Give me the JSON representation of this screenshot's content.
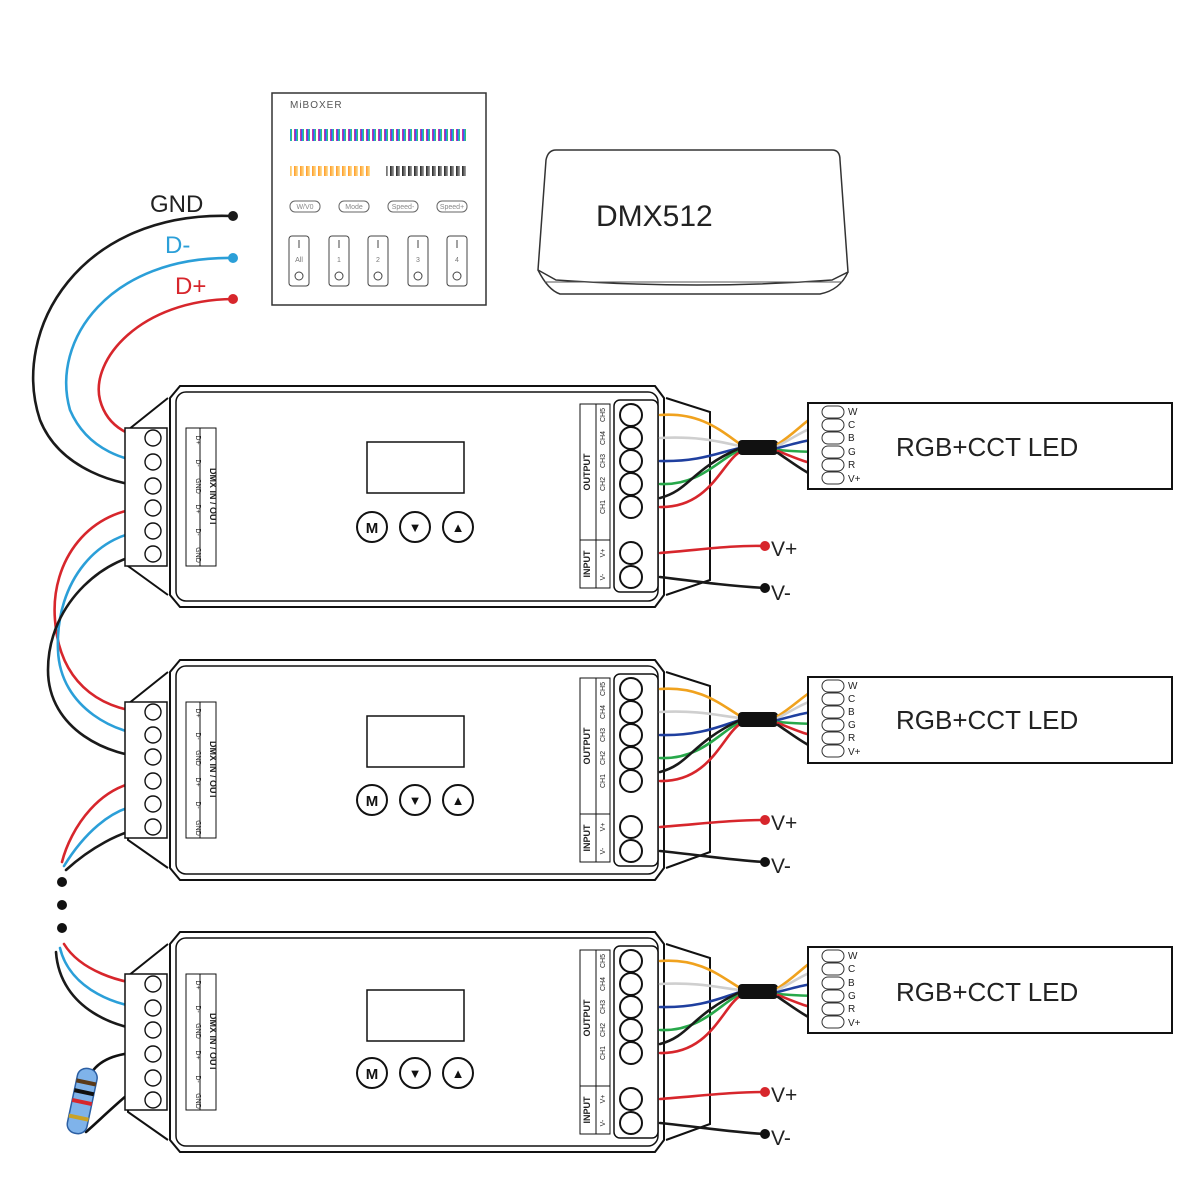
{
  "bus_labels": {
    "gnd": "GND",
    "dminus": "D-",
    "dplus": "D+"
  },
  "panel": {
    "brand": "MiBOXER",
    "buttons": [
      "W/V0",
      "Mode",
      "Speed-",
      "Speed+"
    ],
    "zones": [
      "All",
      "1",
      "2",
      "3",
      "4"
    ]
  },
  "console": {
    "label": "DMX512"
  },
  "decoder": {
    "screen_buttons": [
      "M",
      "▼",
      "▲"
    ],
    "dmx_pins_in": [
      "D+",
      "D-",
      "GND"
    ],
    "dmx_pins_out": [
      "D+",
      "D-",
      "GND"
    ],
    "dmx_label": "DMX IN / OUT",
    "output_label": "OUTPUT",
    "input_label": "INPUT",
    "output_channels": [
      "CH5",
      "CH4",
      "CH3",
      "CH2",
      "CH1"
    ],
    "input_pins": [
      "V+",
      "V-"
    ]
  },
  "strip": {
    "label": "RGB+CCT LED",
    "pins": [
      "W",
      "C",
      "B",
      "G",
      "R",
      "V+"
    ]
  },
  "power": {
    "vplus": "V+",
    "vminus": "V-"
  },
  "colors": {
    "gnd": "#1a1a1a",
    "dminus": "#2b9fd8",
    "dplus": "#d7262c",
    "w": "#f0a21e",
    "c": "#cfcfcf",
    "b": "#1f3f9f",
    "g": "#27a84a",
    "r": "#d7262c"
  }
}
